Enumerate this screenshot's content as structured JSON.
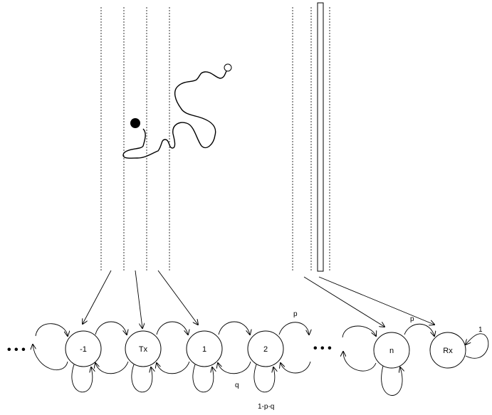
{
  "diagram": {
    "states": {
      "minus1": "-1",
      "tx": "Tx",
      "one": "1",
      "two": "2",
      "n": "n",
      "rx": "Rx"
    },
    "ellipsis": "• • •",
    "transition_labels": {
      "p_two": "p",
      "q_two": "q",
      "stay_two": "1-p-q",
      "p_n": "p",
      "rx_self": "1"
    }
  },
  "colors": {
    "line": "#000000",
    "background": "#ffffff",
    "tracer_start": "#000000"
  }
}
